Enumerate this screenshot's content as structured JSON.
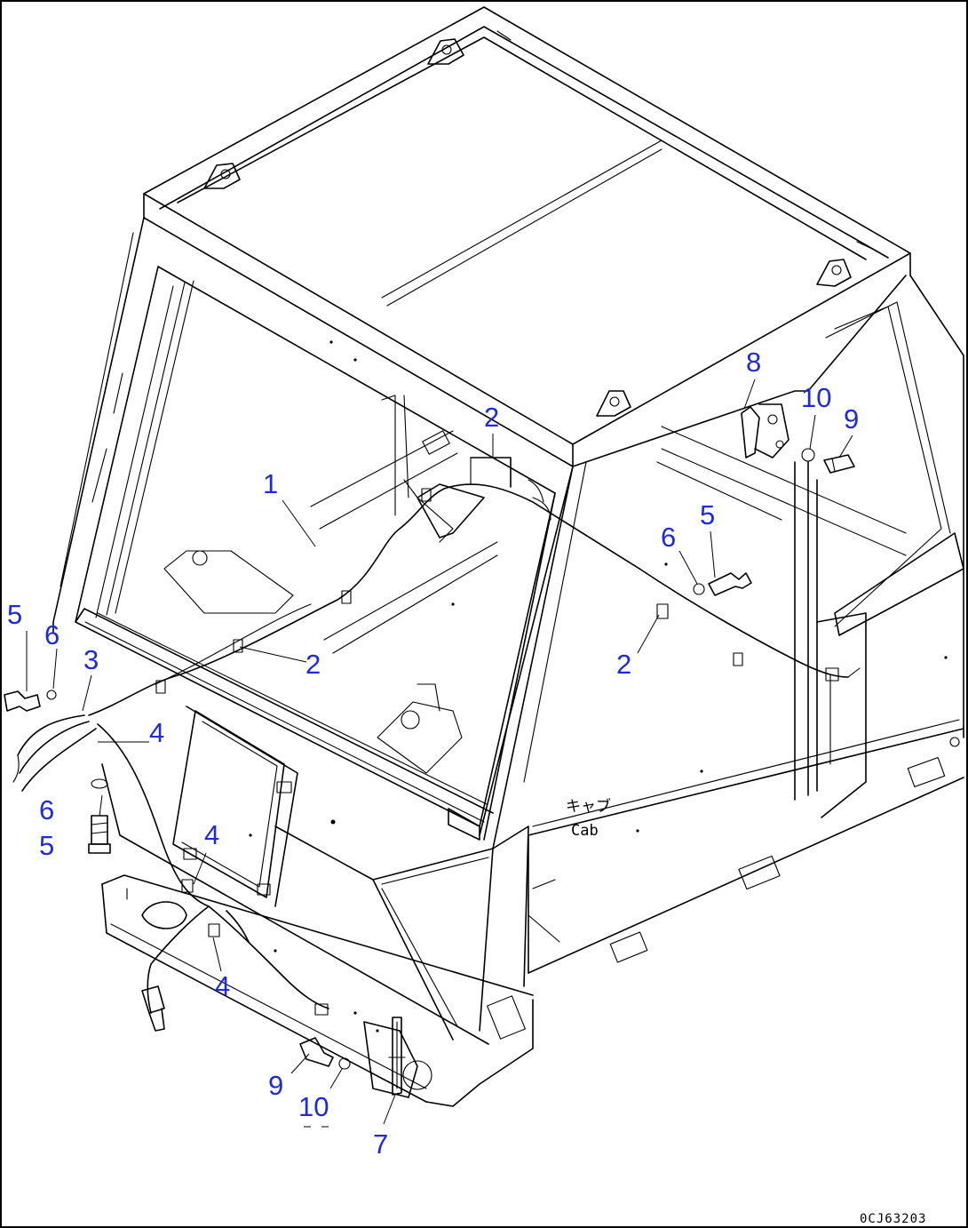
{
  "callouts": [
    {
      "id": "c1",
      "label": "1"
    },
    {
      "id": "c2a",
      "label": "2"
    },
    {
      "id": "c2b",
      "label": "2"
    },
    {
      "id": "c2c",
      "label": "2"
    },
    {
      "id": "c3",
      "label": "3"
    },
    {
      "id": "c4a",
      "label": "4"
    },
    {
      "id": "c4b",
      "label": "4"
    },
    {
      "id": "c4c",
      "label": "4"
    },
    {
      "id": "c5a",
      "label": "5"
    },
    {
      "id": "c5b",
      "label": "5"
    },
    {
      "id": "c5c",
      "label": "5"
    },
    {
      "id": "c6a",
      "label": "6"
    },
    {
      "id": "c6b",
      "label": "6"
    },
    {
      "id": "c6c",
      "label": "6"
    },
    {
      "id": "c7",
      "label": "7"
    },
    {
      "id": "c8",
      "label": "8"
    },
    {
      "id": "c9a",
      "label": "9"
    },
    {
      "id": "c9b",
      "label": "9"
    },
    {
      "id": "c10a",
      "label": "10"
    },
    {
      "id": "c10b",
      "label": "10"
    }
  ],
  "cab_label_jp": "キャブ",
  "cab_label_en": "Cab",
  "drawing_code": "0CJ63203",
  "colors": {
    "callout": "#1f2ad8",
    "line": "#000000",
    "background": "#ffffff"
  }
}
